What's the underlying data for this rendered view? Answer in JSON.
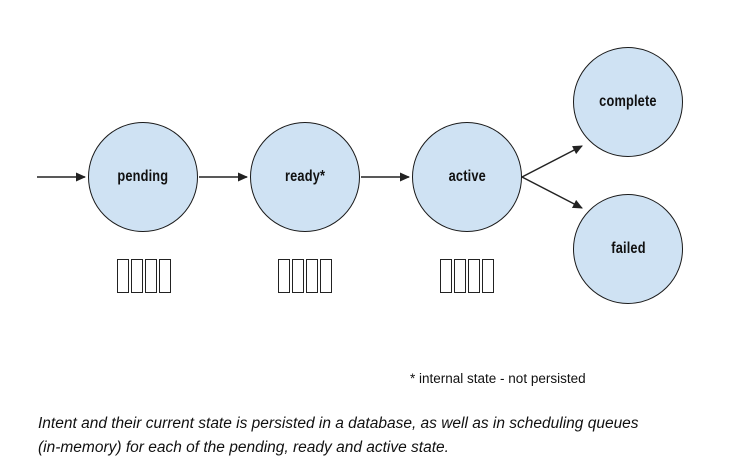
{
  "diagram": {
    "states": [
      {
        "id": "pending",
        "label": "pending"
      },
      {
        "id": "ready",
        "label": "ready*"
      },
      {
        "id": "active",
        "label": "active"
      },
      {
        "id": "complete",
        "label": "complete"
      },
      {
        "id": "failed",
        "label": "failed"
      }
    ],
    "transitions": [
      {
        "from": "start",
        "to": "pending"
      },
      {
        "from": "pending",
        "to": "ready"
      },
      {
        "from": "ready",
        "to": "active"
      },
      {
        "from": "active",
        "to": "complete"
      },
      {
        "from": "active",
        "to": "failed"
      }
    ],
    "queues": [
      "pending-queue",
      "ready-queue",
      "active-queue"
    ],
    "footnote": "* internal state - not persisted",
    "caption_line1": "Intent and their current state is persisted in a database, as well as in scheduling queues",
    "caption_line2": "(in-memory) for each of the pending, ready and active state.",
    "colors": {
      "state_fill": "#cfe2f3",
      "state_border": "#1a1a1a",
      "line": "#222222",
      "text": "#111111"
    }
  }
}
